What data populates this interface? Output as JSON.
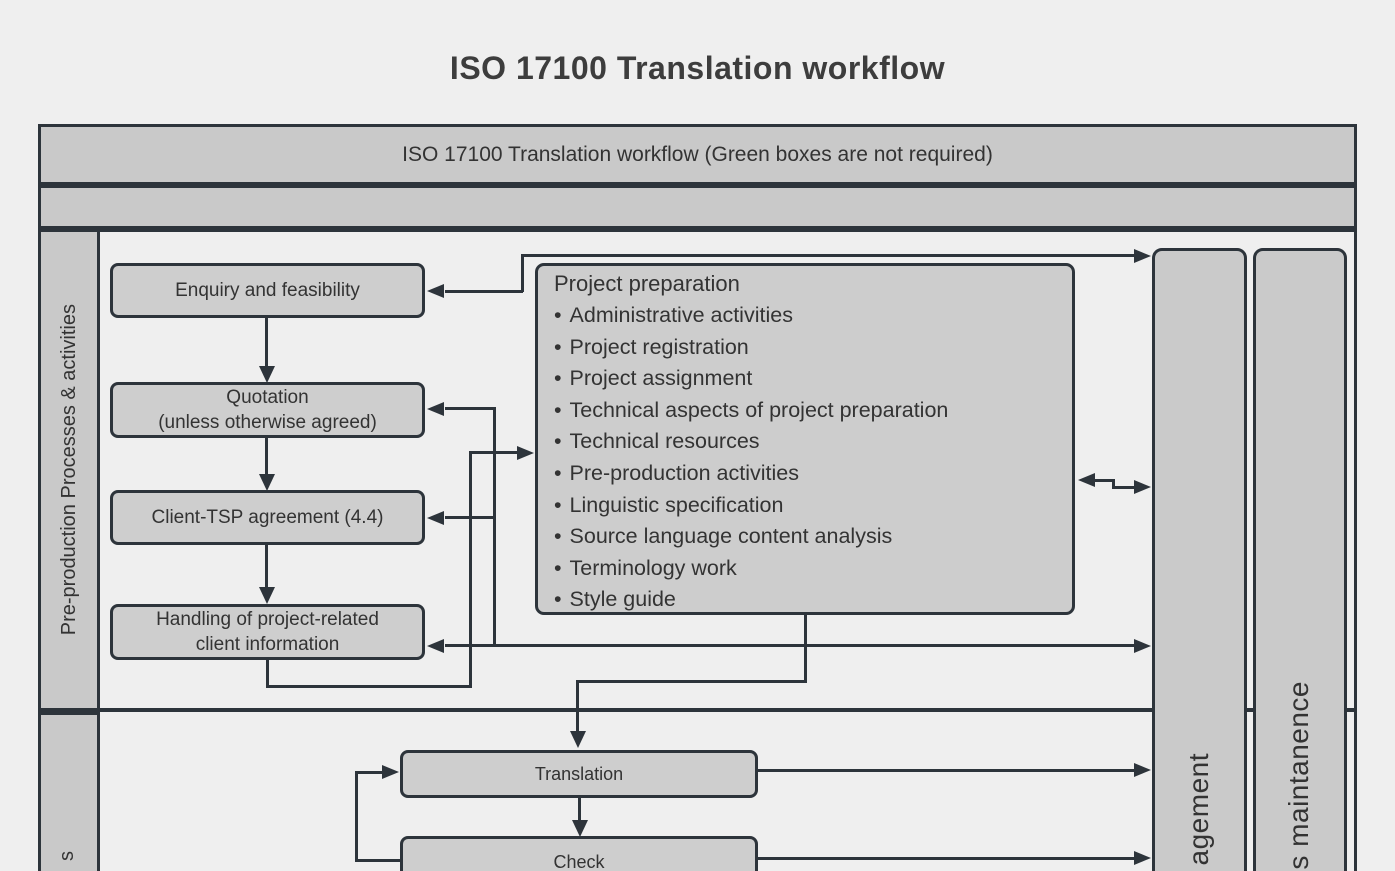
{
  "page": {
    "title": "ISO 17100 Translation workflow"
  },
  "banner": {
    "title": "ISO 17100 Translation workflow (Green boxes are not required)"
  },
  "lanes": {
    "preproduction_label": "Pre-production Processes & activities",
    "production_label_visible_fragment": "s"
  },
  "boxes": {
    "enquiry": "Enquiry and feasibility",
    "quotation_line1": "Quotation",
    "quotation_line2": "(unless otherwise agreed)",
    "client_tsp": "Client-TSP agreement (4.4)",
    "handling_line1": "Handling of project-related",
    "handling_line2": "client information",
    "translation": "Translation",
    "check": "Check"
  },
  "project_preparation": {
    "title": "Project preparation",
    "items": [
      "Administrative activities",
      "Project registration",
      "Project assignment",
      "Technical aspects of project preparation",
      "Technical resources",
      "Pre-production activities",
      "Linguistic specification",
      "Source language content analysis",
      "Terminology work",
      "Style guide"
    ]
  },
  "side_bars": {
    "bar1_visible_fragment": "agement",
    "bar2_visible_fragment": "s maintanence"
  },
  "colors": {
    "background": "#efefef",
    "panel_fill": "#c9c9c9",
    "box_fill": "#cecece",
    "line": "#2d343b",
    "text": "#333333"
  }
}
